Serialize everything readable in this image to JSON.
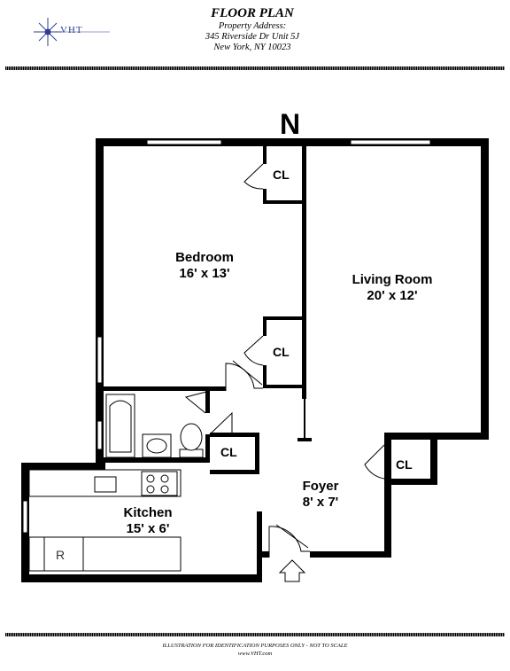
{
  "header": {
    "logo_text": "VHT",
    "title": "FLOOR PLAN",
    "address_label": "Property Address:",
    "address_line1": "345 Riverside Dr Unit 5J",
    "address_line2": "New York, NY 10023"
  },
  "north_label": "N",
  "rooms": {
    "bedroom": {
      "name": "Bedroom",
      "dims": "16' x 13'"
    },
    "living_room": {
      "name": "Living Room",
      "dims": "20' x 12'"
    },
    "foyer": {
      "name": "Foyer",
      "dims": "8' x 7'"
    },
    "kitchen": {
      "name": "Kitchen",
      "dims": "15' x 6'"
    }
  },
  "closets": {
    "label": "CL"
  },
  "fixtures": {
    "refrigerator": "R"
  },
  "footer": {
    "disclaimer": "ILLUSTRATION FOR IDENTIFICATION PURPOSES ONLY - NOT TO SCALE",
    "website": "www.VHT.com"
  }
}
